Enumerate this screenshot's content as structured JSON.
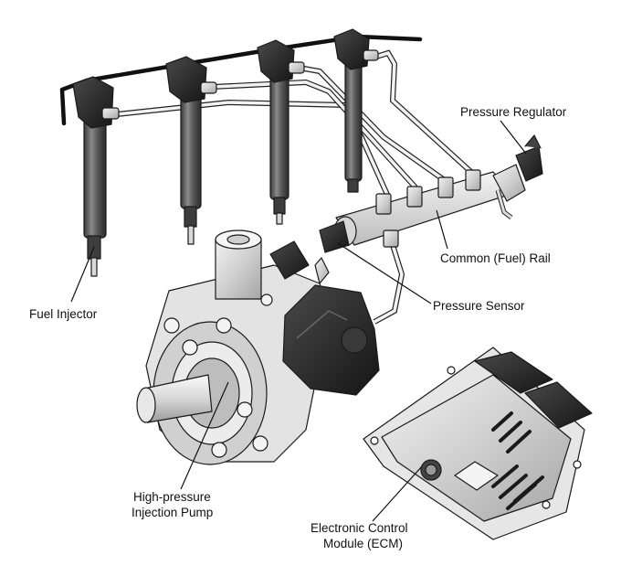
{
  "labels": {
    "pressure_regulator": "Pressure Regulator",
    "common_rail": "Common (Fuel) Rail",
    "pressure_sensor": "Pressure Sensor",
    "fuel_injector": "Fuel Injector",
    "pump_line1": "High-pressure",
    "pump_line2": "Injection Pump",
    "ecm_line1": "Electronic Control",
    "ecm_line2": "Module (ECM)"
  }
}
